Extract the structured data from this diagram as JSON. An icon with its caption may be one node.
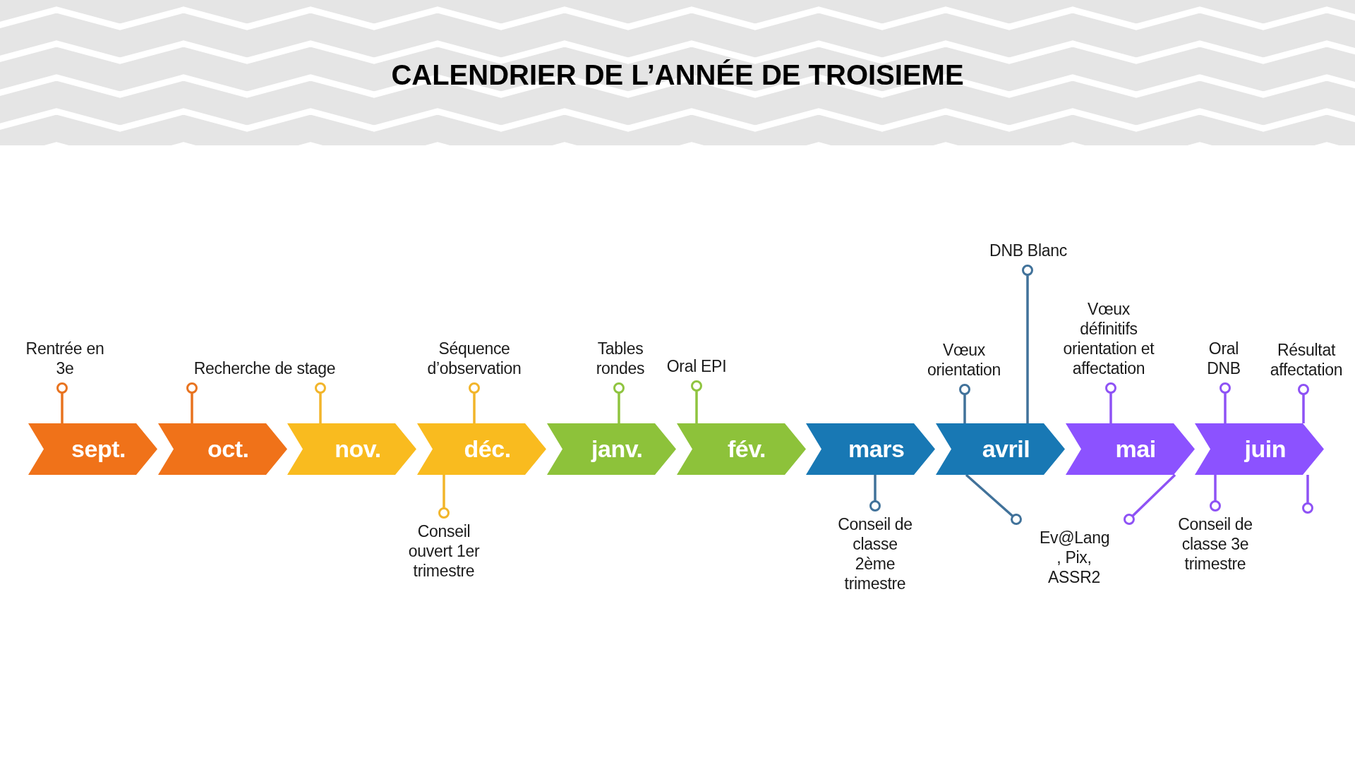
{
  "diagram": {
    "title": "CALENDRIER DE L’ANNÉE DE TROISIEME",
    "nodes": [
      {
        "text": [
          "sept."
        ]
      },
      {
        "text": [
          "oct."
        ]
      },
      {
        "text": [
          "nov."
        ]
      },
      {
        "text": [
          "déc."
        ]
      },
      {
        "text": [
          "janv."
        ]
      },
      {
        "text": [
          "fév."
        ]
      },
      {
        "text": [
          "mars"
        ]
      },
      {
        "text": [
          "avril"
        ]
      },
      {
        "text": [
          "mai"
        ]
      },
      {
        "text": [
          "juin"
        ]
      },
      {
        "text": [
          "Rentrée en 3e"
        ]
      },
      {
        "text": [
          "Recherche de stage"
        ]
      },
      {
        "text": [
          "Séquence d’observation"
        ]
      },
      {
        "text": [
          "Tables rondes"
        ]
      },
      {
        "text": [
          "Oral EPI"
        ]
      },
      {
        "text": [
          "Vœux orientation"
        ]
      },
      {
        "text": [
          "DNB Blanc"
        ]
      },
      {
        "text": [
          "Vœux définitifs orientation et affectation"
        ]
      },
      {
        "text": [
          "Oral DNB"
        ]
      },
      {
        "text": [
          "Résultat affectation"
        ]
      },
      {
        "text": [
          "Conseil ouvert 1er trimestre"
        ]
      },
      {
        "text": [
          "Conseil de classe 2ème trimestre"
        ]
      },
      {
        "text": [
          "Ev@Lang , Pix, ASSR2"
        ]
      },
      {
        "text": [
          "Conseil de classe 3e trimestre"
        ]
      }
    ],
    "edges": [
      {
        "from": 10,
        "to": 0,
        "arrow": "other",
        "color": "#e8731f"
      },
      {
        "from": 11,
        "to": 1,
        "arrow": "other",
        "color": "#e8731f"
      },
      {
        "from": 11,
        "to": 2,
        "arrow": "other",
        "color": "#f2b52a"
      },
      {
        "from": 12,
        "to": 3,
        "arrow": "other",
        "color": "#f2b52a"
      },
      {
        "from": 13,
        "to": 4,
        "arrow": "other",
        "color": "#8fc43f"
      },
      {
        "from": 14,
        "to": 5,
        "arrow": "other",
        "color": "#8fc43f"
      },
      {
        "from": 15,
        "to": 7,
        "arrow": "other",
        "color": "#41729a"
      },
      {
        "from": 16,
        "to": 7,
        "arrow": "other",
        "color": "#41729a"
      },
      {
        "from": 17,
        "to": 8,
        "arrow": "other",
        "color": "#8e52f5"
      },
      {
        "from": 18,
        "to": 9,
        "arrow": "other",
        "color": "#8e52f5"
      },
      {
        "from": 19,
        "to": 9,
        "arrow": "other",
        "color": "#8e52f5"
      },
      {
        "from": 20,
        "to": 3,
        "arrow": "other",
        "color": "#f2b52a"
      },
      {
        "from": 21,
        "to": 6,
        "arrow": "other",
        "color": "#41729a"
      },
      {
        "from": 22,
        "to": 7,
        "arrow": "other",
        "color": "#41729a"
      },
      {
        "from": 22,
        "to": 8,
        "arrow": "other",
        "color": "#8e52f5"
      },
      {
        "from": 23,
        "to": 9,
        "arrow": "other",
        "color": "#8e52f5"
      },
      {
        "from": null,
        "to": 9,
        "arrow": "other",
        "color": "#8e52f5"
      }
    ]
  }
}
